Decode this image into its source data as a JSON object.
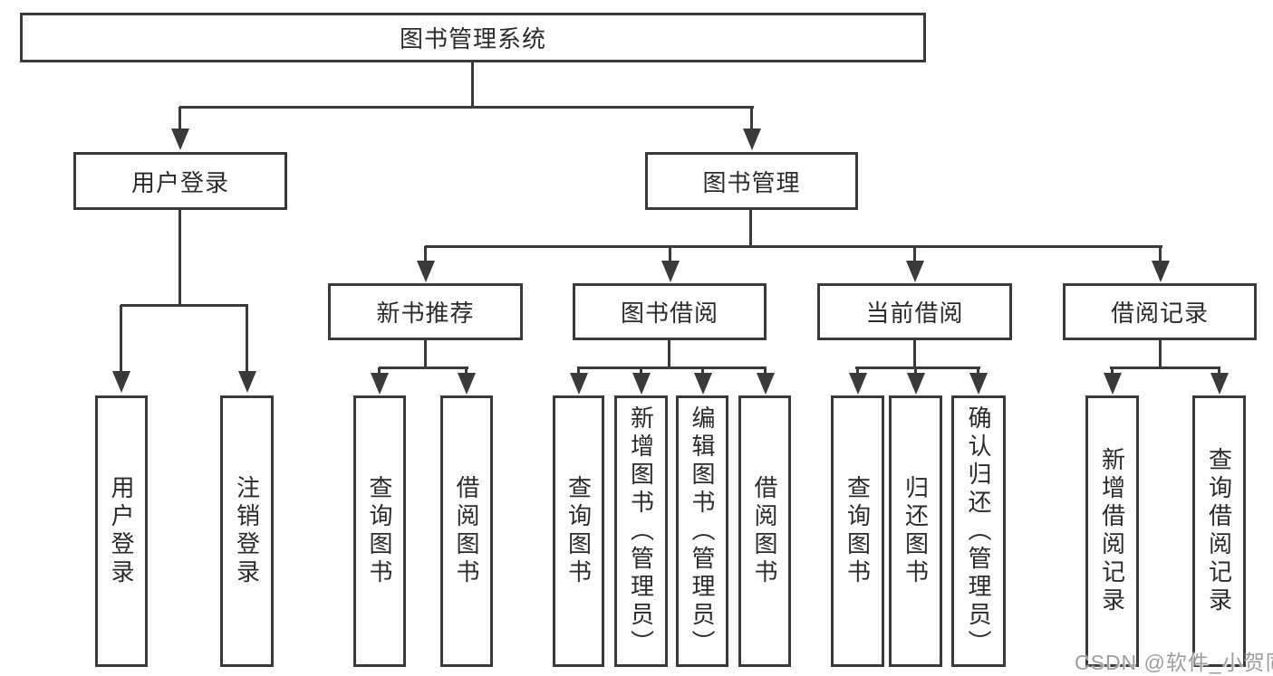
{
  "diagram_type": "hierarchy-tree",
  "tree": {
    "label": "图书管理系统",
    "children": [
      {
        "label": "用户登录",
        "children": [
          {
            "label": "用户登录"
          },
          {
            "label": "注销登录"
          }
        ]
      },
      {
        "label": "图书管理",
        "children": [
          {
            "label": "新书推荐",
            "children": [
              {
                "label": "查询图书"
              },
              {
                "label": "借阅图书"
              }
            ]
          },
          {
            "label": "图书借阅",
            "children": [
              {
                "label": "查询图书"
              },
              {
                "label": "新增图书（管理员）"
              },
              {
                "label": "编辑图书（管理员）"
              },
              {
                "label": "借阅图书"
              }
            ]
          },
          {
            "label": "当前借阅",
            "children": [
              {
                "label": "查询图书"
              },
              {
                "label": "归还图书"
              },
              {
                "label": "确认归还（管理员）"
              }
            ]
          },
          {
            "label": "借阅记录",
            "children": [
              {
                "label": "新增借阅记录"
              },
              {
                "label": "查询借阅记录"
              }
            ]
          }
        ]
      }
    ]
  },
  "watermark": {
    "text": "CSDN @软件_小贺同学",
    "color": "#9e9e9e"
  },
  "colors": {
    "line": "#3a3a3a",
    "text": "#2b2b2b",
    "background": "#ffffff"
  }
}
